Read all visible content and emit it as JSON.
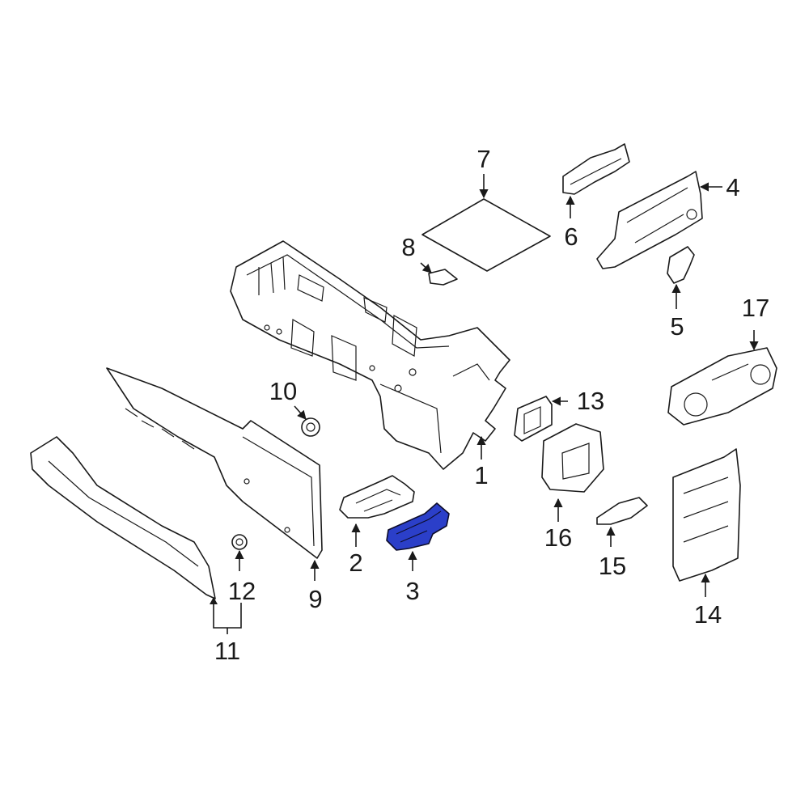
{
  "highlight_color": "#2b3fc9",
  "highlighted_part": "3",
  "callouts": {
    "c1": "1",
    "c2": "2",
    "c3": "3",
    "c4": "4",
    "c5": "5",
    "c6": "6",
    "c7": "7",
    "c8": "8",
    "c9": "9",
    "c10": "10",
    "c11": "11",
    "c12": "12",
    "c13": "13",
    "c14": "14",
    "c15": "15",
    "c16": "16",
    "c17": "17"
  }
}
